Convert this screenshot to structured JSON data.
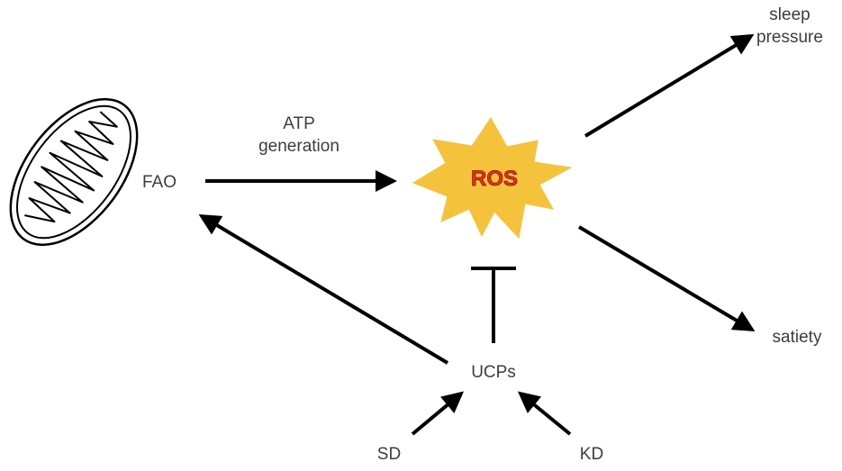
{
  "nodes": {
    "fao": "FAO",
    "atp_line1": "ATP",
    "atp_line2": "generation",
    "ros": "ROS",
    "sleep_line1": "sleep",
    "sleep_line2": "pressure",
    "satiety": "satiety",
    "ucps": "UCPs",
    "sd": "SD",
    "kd": "KD"
  },
  "edges": [
    {
      "from": "FAO",
      "to": "ROS",
      "type": "activation",
      "label": "ATP generation"
    },
    {
      "from": "ROS",
      "to": "sleep pressure",
      "type": "activation"
    },
    {
      "from": "ROS",
      "to": "satiety",
      "type": "activation"
    },
    {
      "from": "UCPs",
      "to": "ROS",
      "type": "inhibition"
    },
    {
      "from": "UCPs",
      "to": "FAO",
      "type": "activation"
    },
    {
      "from": "SD",
      "to": "UCPs",
      "type": "activation"
    },
    {
      "from": "KD",
      "to": "UCPs",
      "type": "activation"
    }
  ],
  "icons": {
    "mitochondrion": "mitochondrion-icon",
    "ros_burst": "starburst-icon"
  },
  "colors": {
    "burst_fill": "#f5c33b",
    "ros_text": "#e0321e",
    "arrow": "#000000",
    "label_text": "#3d3d3d"
  }
}
